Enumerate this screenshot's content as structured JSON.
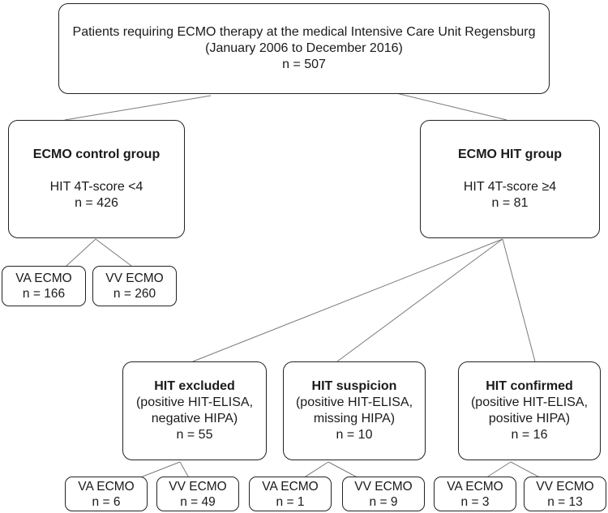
{
  "root": {
    "line1": "Patients requiring ECMO therapy at the medical Intensive Care Unit Regensburg",
    "line2": "(January 2006 to December 2016)",
    "count": "n = 507"
  },
  "control": {
    "title": "ECMO control group",
    "criterion": "HIT 4T-score <4",
    "count": "n = 426",
    "va": {
      "label": "VA ECMO",
      "count": "n = 166"
    },
    "vv": {
      "label": "VV ECMO",
      "count": "n = 260"
    }
  },
  "hit": {
    "title": "ECMO HIT group",
    "criterion": "HIT 4T-score ≥4",
    "count": "n = 81"
  },
  "excluded": {
    "title": "HIT excluded",
    "line1": "(positive HIT-ELISA,",
    "line2": "negative HIPA)",
    "count": "n = 55",
    "va": {
      "label": "VA ECMO",
      "count": "n = 6"
    },
    "vv": {
      "label": "VV ECMO",
      "count": "n = 49"
    }
  },
  "suspicion": {
    "title": "HIT suspicion",
    "line1": "(positive HIT-ELISA,",
    "line2": "missing HIPA)",
    "count": "n = 10",
    "va": {
      "label": "VA ECMO",
      "count": "n = 1"
    },
    "vv": {
      "label": "VV ECMO",
      "count": "n = 9"
    }
  },
  "confirmed": {
    "title": "HIT confirmed",
    "line1": "(positive HIT-ELISA,",
    "line2": "positive HIPA)",
    "count": "n = 16",
    "va": {
      "label": "VA ECMO",
      "count": "n = 3"
    },
    "vv": {
      "label": "VV ECMO",
      "count": "n = 13"
    }
  }
}
